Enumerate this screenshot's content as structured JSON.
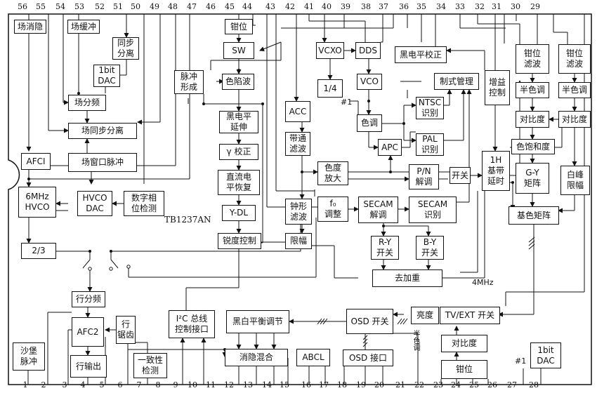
{
  "chip": "TB1237AN",
  "pins": {
    "top": [
      "56",
      "55",
      "54",
      "53",
      "52",
      "51",
      "50",
      "49",
      "48",
      "47",
      "46",
      "45",
      "44",
      "43",
      "42",
      "41",
      "40",
      "39",
      "38",
      "37",
      "36",
      "35",
      "34",
      "33",
      "32",
      "31",
      "30",
      "29"
    ],
    "bottom": [
      "1",
      "2",
      "3",
      "4",
      "5",
      "6",
      "7",
      "8",
      "9",
      "10",
      "11",
      "12",
      "13",
      "14",
      "15",
      "16",
      "17",
      "18",
      "19",
      "20",
      "21",
      "22",
      "23",
      "24",
      "25",
      "26",
      "27",
      "28"
    ]
  },
  "blocks": {
    "field_blank": "场消隐",
    "field_buffer": "场缓冲",
    "sync_sep": "同步\n分离",
    "dac_1bit_top": "1bit\nDAC",
    "clamp_top": "钳位",
    "sw": "SW",
    "pulse_shape": "脉冲\n形成",
    "trap": "色陷波",
    "black_ext": "黑电平\n延伸",
    "gamma": "γ 校正",
    "dc_restore": "直流电\n平恢复",
    "ydl": "Y-DL",
    "sharp": "锐度控制",
    "field_div": "场分频",
    "field_sync_sep": "场同步分离",
    "field_window": "场窗口脉冲",
    "afci": "AFCI",
    "hvco": "6MHz\nHVCO",
    "hvco_dac": "HVCO\nDAC",
    "digital_phase": "数字相\n位检测",
    "div23": "2/3",
    "h_div": "行分频",
    "afc2": "AFC2",
    "h_saw": "行\n锯齿",
    "h_out": "行输出",
    "sandcastle": "沙堡\n脉冲",
    "consistency": "一致性\n检测",
    "i2c": "I²C 总线\n控制接口",
    "wb_adjust": "黑白平衡调节",
    "blank_mix": "消隐混合",
    "abcl": "ABCL",
    "osd_switch": "OSD 开关",
    "osd_iface": "OSD 接口",
    "brightness": "亮度",
    "tv_ext": "TV/EXT 开关",
    "contrast_bot": "对比度",
    "clamp_bot": "钳位",
    "dac_1bit_bot": "1bit\nDAC",
    "acc": "ACC",
    "bandpass": "带通\n滤波",
    "bell": "钟形\n滤波",
    "limiter": "限幅",
    "vcxo": "VCXO",
    "dds": "DDS",
    "quarter": "1/4",
    "vco": "VCO",
    "hue": "色调",
    "apc": "APC",
    "ntsc": "NTSC\n识别",
    "pal": "PAL\n识别",
    "black_corr": "黑电平校正",
    "sys_mgmt": "制式管理",
    "chroma_amp": "色度\n放大",
    "pn_demod": "P/N\n解调",
    "switch": "开关",
    "fo_adjust": "f₀\n调整",
    "secam_demod": "SECAM\n解调",
    "secam_id": "SECAM\n识别",
    "ry_switch": "R-Y\n开关",
    "by_switch": "B-Y\n开关",
    "deemph": "去加重",
    "gain_ctrl": "增益\n控制",
    "h1_delay": "1H\n基带\n延时",
    "clamp_filter1": "钳位\n滤波",
    "half_tone1": "半色调",
    "contrast1": "对比度",
    "saturation": "色饱和度",
    "gy_matrix": "G-Y\n矩阵",
    "base_matrix": "基色矩阵",
    "clamp_filter2": "钳位\n滤波",
    "half_tone2": "半色调",
    "contrast2": "对比度",
    "white_peak": "白峰\n限幅"
  },
  "labels": {
    "hash1_top": "#1",
    "hash1_bottom": "#1",
    "freq_4mhz": "4MHz",
    "half_tone_vertical": "半色调"
  }
}
